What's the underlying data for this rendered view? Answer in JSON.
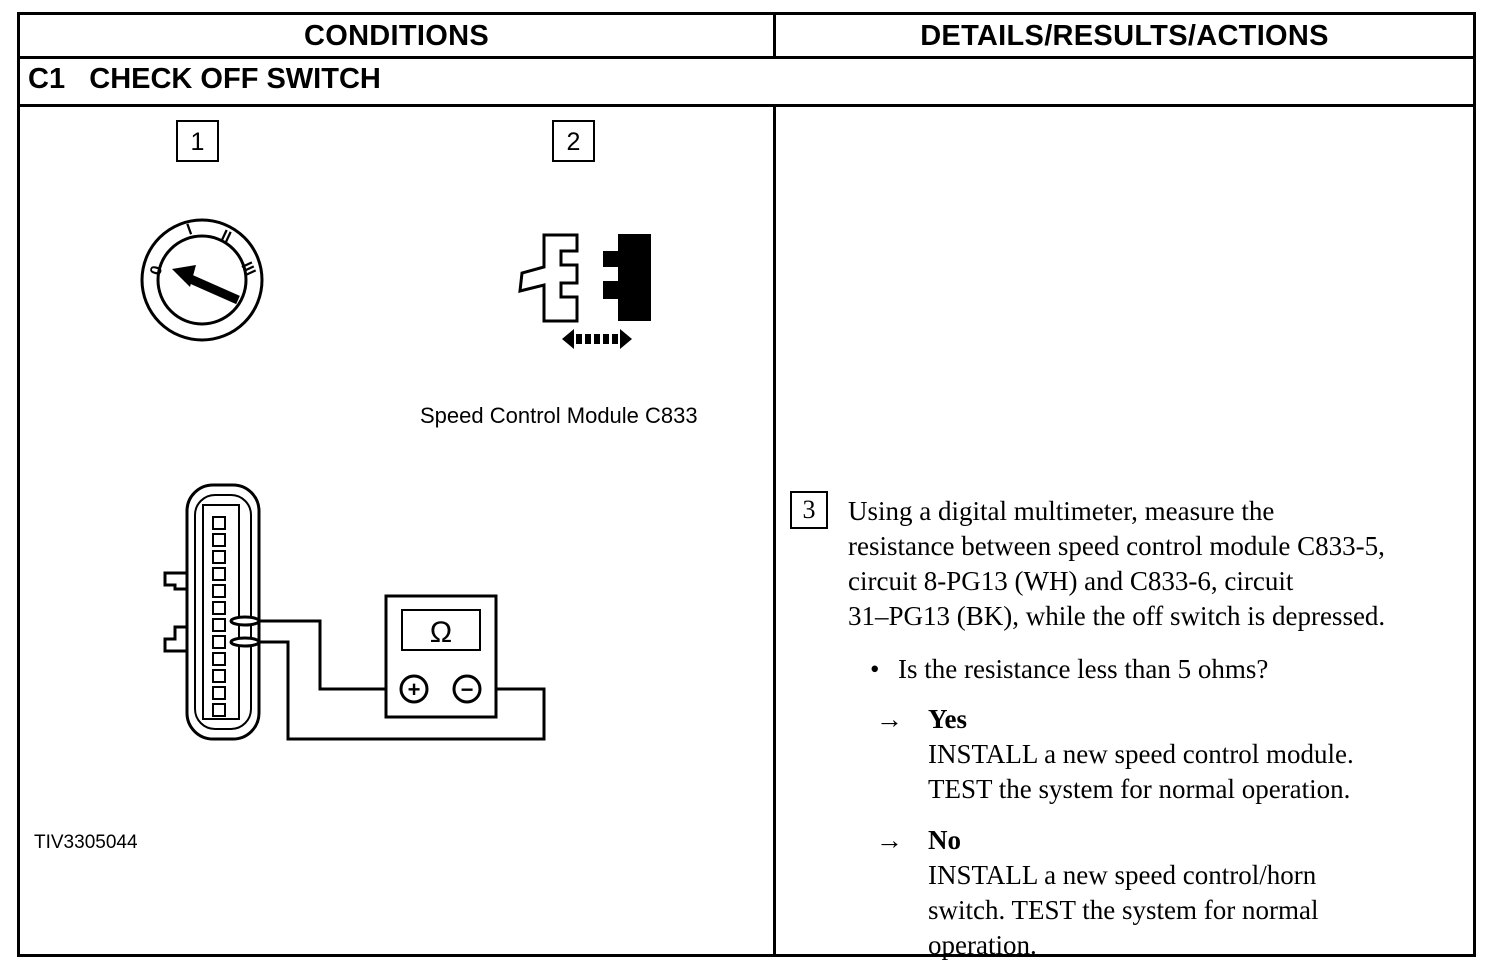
{
  "header": {
    "conditions": "CONDITIONS",
    "details": "DETAILS/RESULTS/ACTIONS"
  },
  "section": {
    "id": "C1",
    "title": "CHECK OFF SWITCH"
  },
  "illustration": {
    "step1": "1",
    "step2": "2",
    "ignition_positions": [
      "0",
      "I",
      "II",
      "III"
    ],
    "connector_label": "Speed Control Module C833",
    "meter_symbol": "Ω",
    "meter_plus": "+",
    "meter_minus": "−",
    "figure_code": "TIV3305044"
  },
  "step": {
    "number": "3",
    "lines": [
      "Using a digital multimeter, measure the",
      "resistance between speed control module C833-5,",
      "circuit 8-PG13 (WH) and C833-6, circuit",
      "31–PG13 (BK), while the off switch is depressed."
    ],
    "question": "Is the resistance less than 5 ohms?",
    "results": [
      {
        "arrow": "→",
        "answer": "Yes",
        "lines": [
          "INSTALL a new speed control module.",
          "TEST the system for normal operation."
        ]
      },
      {
        "arrow": "→",
        "answer": "No",
        "lines": [
          "INSTALL a new speed control/horn",
          "switch. TEST the system for normal",
          "operation."
        ]
      }
    ]
  }
}
